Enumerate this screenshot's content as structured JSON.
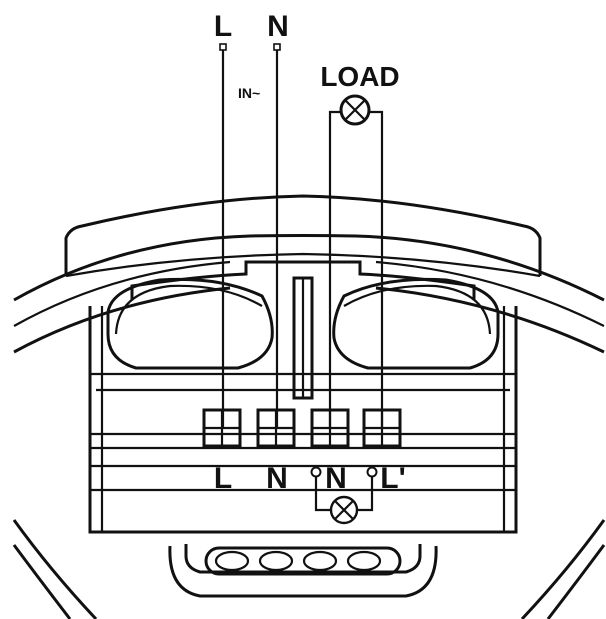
{
  "top_terminals": {
    "line": "L",
    "neutral": "N"
  },
  "input_label": "IN~",
  "load_label": "LOAD",
  "lamp_icon": "lamp-symbol-icon",
  "terminal_block": {
    "terminals": [
      {
        "label": "L"
      },
      {
        "label": "N"
      },
      {
        "label": "N"
      },
      {
        "label": "L'"
      }
    ]
  }
}
